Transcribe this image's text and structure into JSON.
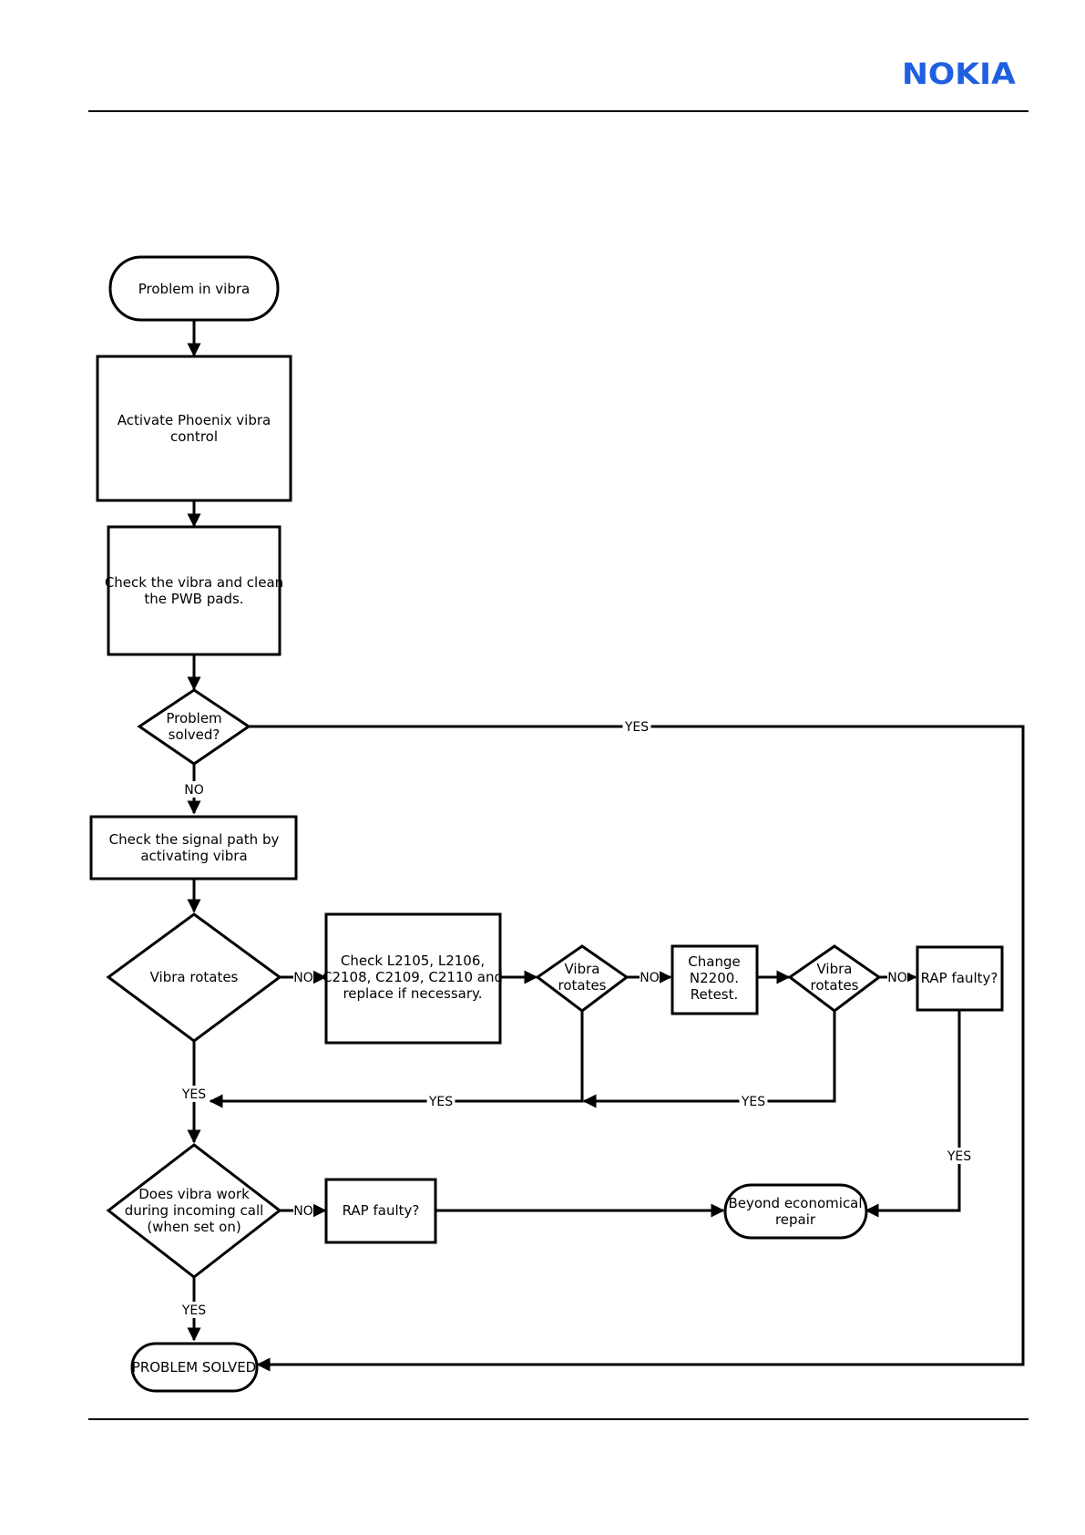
{
  "header": {
    "brand": "NOKIA",
    "brand_color": "#1f5fe0"
  },
  "diagram": {
    "nodes": {
      "start": [
        "Problem in vibra"
      ],
      "activate": [
        "Activate Phoenix vibra",
        "control"
      ],
      "check_clean": [
        "Check the vibra and clean",
        "the PWB pads."
      ],
      "solved_q": [
        "Problem",
        "solved?"
      ],
      "check_signal": [
        "Check the signal path by",
        "activating vibra"
      ],
      "vibra_rotates_1": [
        "Vibra rotates"
      ],
      "check_parts": [
        "Check L2105, L2106,",
        "C2108, C2109, C2110 and",
        "replace if necessary."
      ],
      "vibra_rotates_2": [
        "Vibra",
        "rotates"
      ],
      "change_n2200": [
        "Change",
        "N2200.",
        "Retest."
      ],
      "vibra_rotates_3": [
        "Vibra",
        "rotates"
      ],
      "rap_faulty_1": [
        "RAP faulty?"
      ],
      "incoming_call_q": [
        "Does vibra work",
        "during incoming call",
        "(when set on)"
      ],
      "rap_faulty_2": [
        "RAP faulty?"
      ],
      "beyond_repair": [
        "Beyond economical",
        "repair"
      ],
      "problem_solved": [
        "PROBLEM SOLVED"
      ]
    },
    "edge_labels": {
      "solved_yes": "YES",
      "solved_no": "NO",
      "rot1_no": "NO",
      "rot1_yes": "YES",
      "rot2_no": "NO",
      "rot2_yes": "YES",
      "rot3_no": "NO",
      "rot3_yes": "YES",
      "rap1_yes": "YES",
      "incoming_no": "NO",
      "incoming_yes": "YES"
    }
  }
}
